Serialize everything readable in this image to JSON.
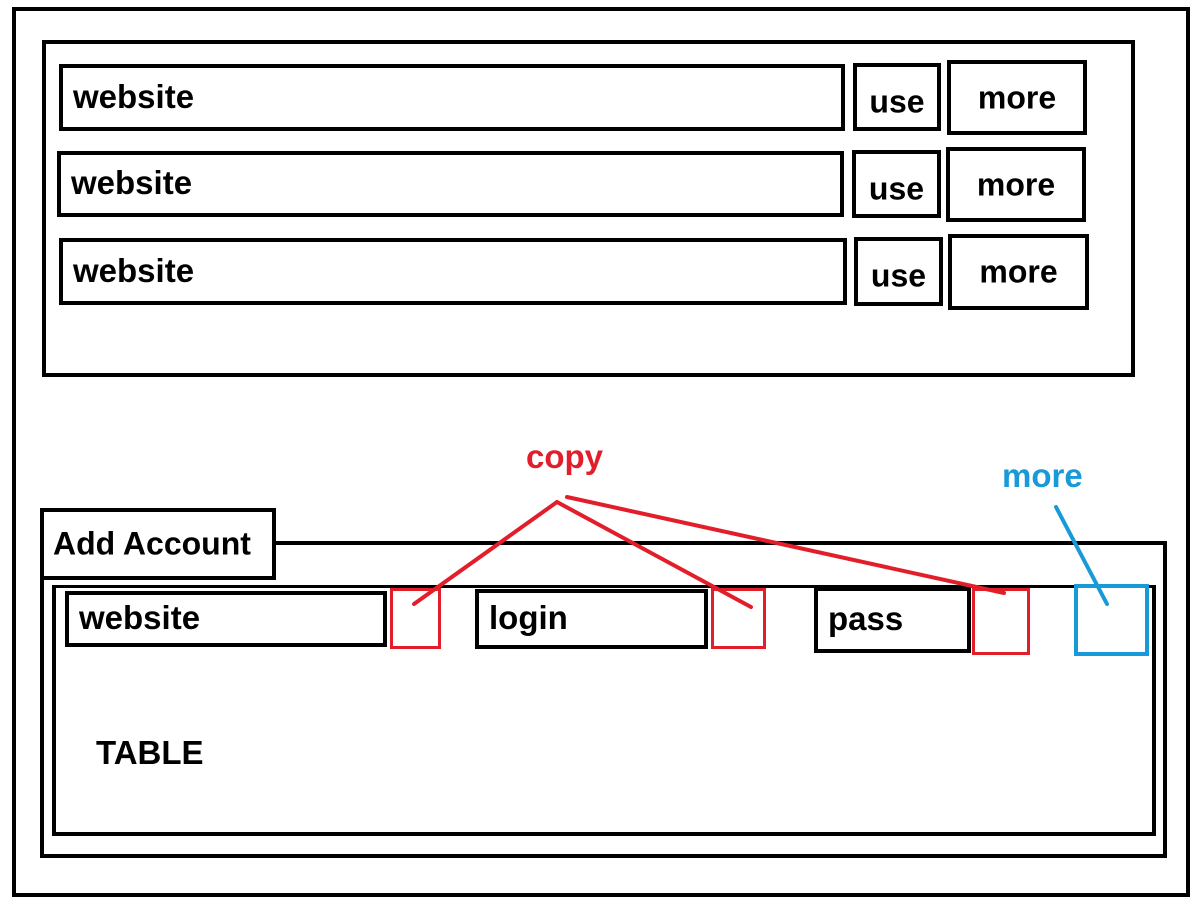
{
  "site_list": {
    "rows": [
      {
        "website": "website",
        "use": "use",
        "more": "more"
      },
      {
        "website": "website",
        "use": "use",
        "more": "more"
      },
      {
        "website": "website",
        "use": "use",
        "more": "more"
      }
    ]
  },
  "account_panel": {
    "tab_label": "Add Account",
    "fields": {
      "website": "website",
      "login": "login",
      "pass": "pass"
    },
    "table_label": "TABLE"
  },
  "annotations": {
    "copy": "copy",
    "more": "more",
    "copy_color": "#e21e2b",
    "more_color": "#199ad8"
  }
}
